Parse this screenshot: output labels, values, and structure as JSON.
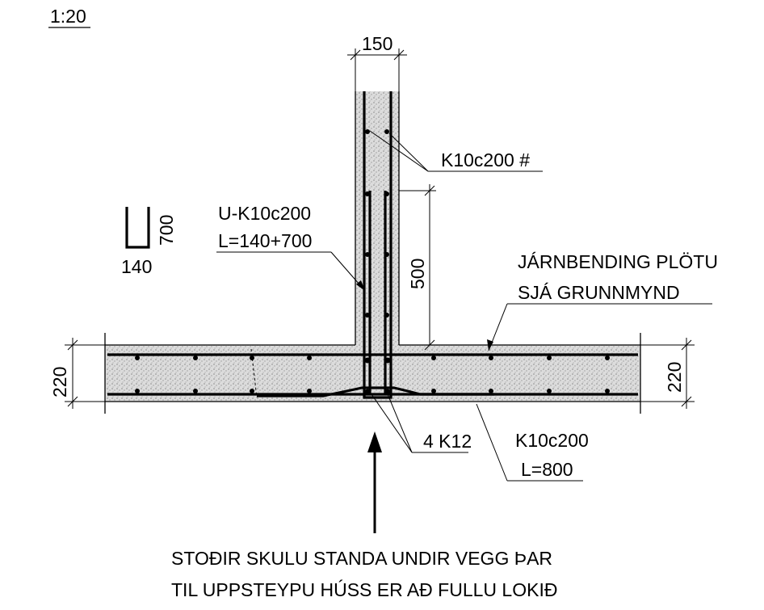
{
  "drawing": {
    "scale": "1:20",
    "wall_width": "150",
    "wall_mesh": "K10c200 #",
    "u_bar_shape_height": "700",
    "u_bar_shape_width": "140",
    "u_bar_name": "U-K10c200",
    "u_bar_length": "L=140+700",
    "lap_length": "500",
    "slab_reinf_line1": "JÁRNBENDING PLÖTU",
    "slab_reinf_line2": "SJÁ GRUNNMYND",
    "slab_thickness_left": "220",
    "slab_thickness_right": "220",
    "corner_bars": "4 K12",
    "bottom_bar_name": "K10c200",
    "bottom_bar_length": "L=800",
    "note_line1": "STOÐIR SKULU STANDA UNDIR VEGG ÞAR",
    "note_line2": "TIL UPPSTEYPU HÚSS ER AÐ FULLU LOKIÐ"
  }
}
